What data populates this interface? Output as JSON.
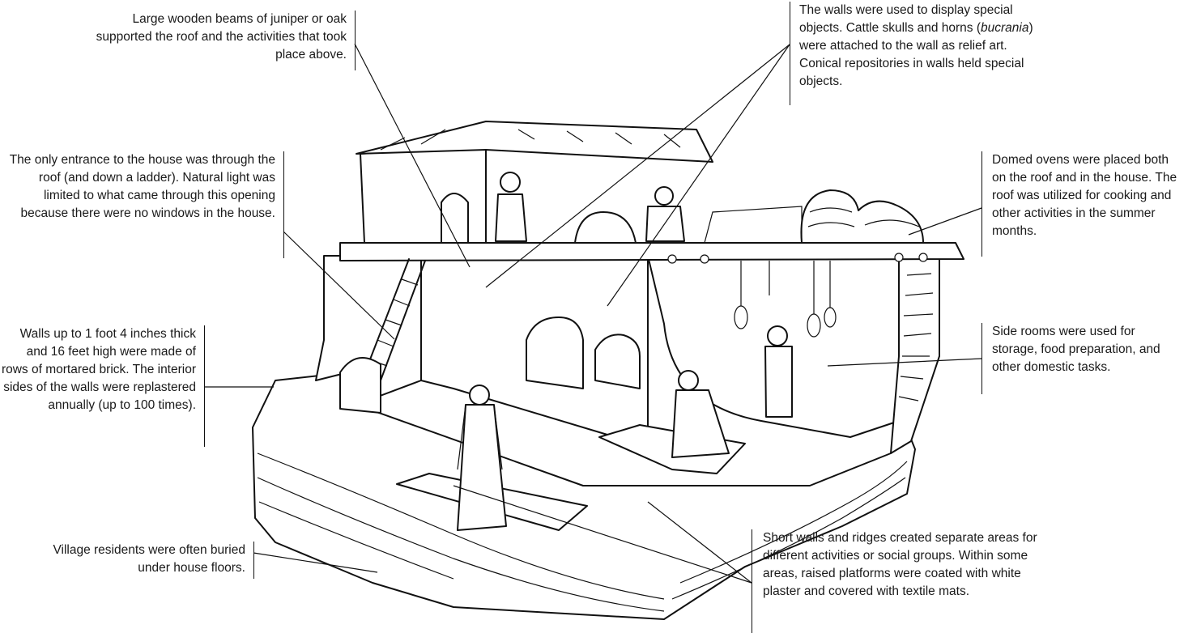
{
  "annotations": {
    "beams": "Large wooden beams of juniper or oak supported the roof and the activities that took place above.",
    "entrance": "The only entrance to the house was through the roof (and down a ladder). Natural light was limited to what came through this opening because there were no windows in the house.",
    "walls_construction": "Walls up to 1 foot 4 inches thick and 16 feet high were made of rows of mortared brick. The interior sides of the walls were replastered annually (up to 100 times).",
    "burial": "Village residents were often buried under house floors.",
    "display_walls": "The walls were used to display special objects. Cattle skulls and horns (bucrania) were attached to the wall as relief art. Conical repositories in walls held special objects.",
    "ovens": "Domed ovens were placed both on the roof and in the house. The roof was utilized for cooking and other activities in the summer months.",
    "side_rooms": "Side rooms were used for storage, food preparation, and other domestic tasks.",
    "short_walls": "Short walls and ridges created separate areas for different activities or social groups. Within some areas, raised platforms were coated with white plaster and covered with textile mats."
  },
  "display_walls_parts": {
    "before": "The walls were used to display special objects. Cattle skulls and horns (",
    "italic": "bucrania",
    "after": ") were attached to the wall as relief art. Conical repositories in walls held special objects."
  }
}
